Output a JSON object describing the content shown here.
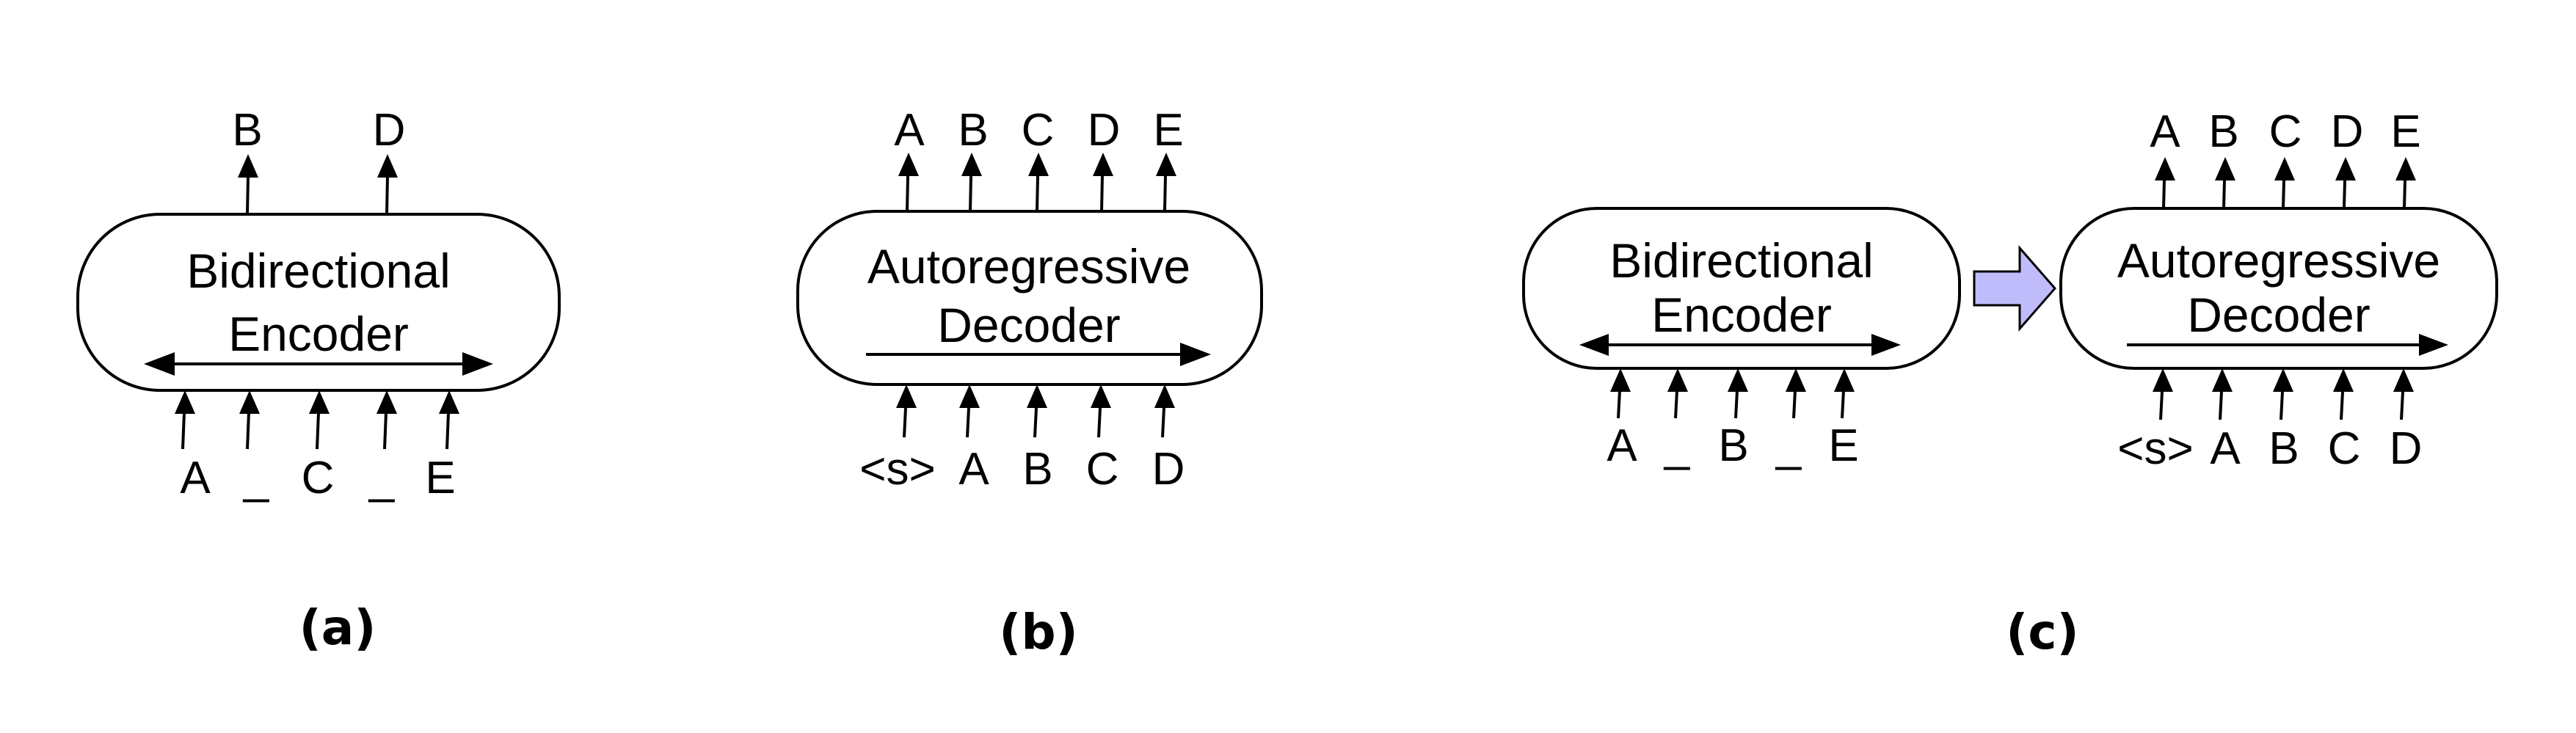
{
  "colors": {
    "encoder_fill": "#ffbdbd",
    "decoder_fill": "#bdfcfd",
    "transfer_arrow_fill": "#c0bcfb",
    "stroke": "#000000"
  },
  "panels": {
    "a": {
      "label": "(a)",
      "box_line1": "Bidirectional",
      "box_line2": "Encoder",
      "outputs": [
        "B",
        "D"
      ],
      "inputs": [
        "A",
        "_",
        "C",
        "_",
        "E"
      ]
    },
    "b": {
      "label": "(b)",
      "box_line1": "Autoregressive",
      "box_line2": "Decoder",
      "outputs": [
        "A",
        "B",
        "C",
        "D",
        "E"
      ],
      "inputs": [
        "<s>",
        "A",
        "B",
        "C",
        "D"
      ]
    },
    "c": {
      "label": "(c)",
      "encoder_line1": "Bidirectional",
      "encoder_line2": "Encoder",
      "decoder_line1": "Autoregressive",
      "decoder_line2": "Decoder",
      "encoder_inputs": [
        "A",
        "_",
        "B",
        "_",
        "E"
      ],
      "decoder_outputs": [
        "A",
        "B",
        "C",
        "D",
        "E"
      ],
      "decoder_inputs": [
        "<s>",
        "A",
        "B",
        "C",
        "D"
      ]
    }
  }
}
